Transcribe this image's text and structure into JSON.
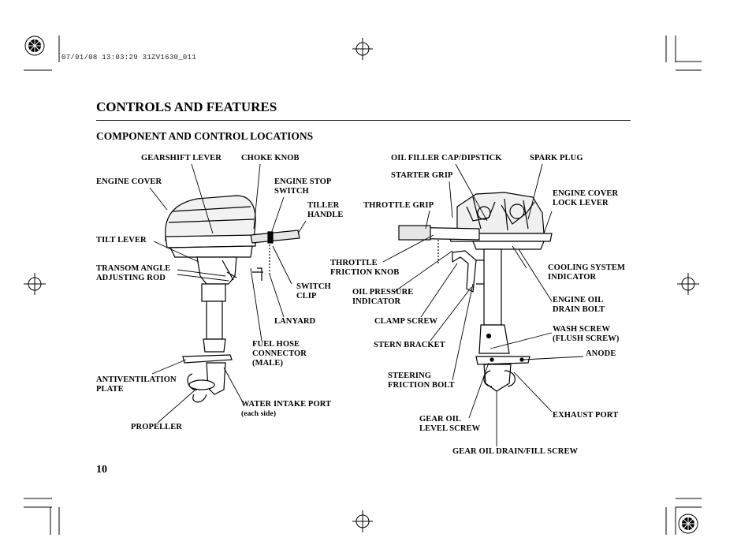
{
  "print_stamp": "07/01/08 13:03:29 31ZV1630_011",
  "title": "CONTROLS AND FEATURES",
  "subtitle": "COMPONENT AND CONTROL LOCATIONS",
  "page_number": "10",
  "labels": {
    "gearshift_lever": "GEARSHIFT LEVER",
    "choke_knob": "CHOKE KNOB",
    "engine_cover": "ENGINE COVER",
    "engine_stop_switch_1": "ENGINE STOP",
    "engine_stop_switch_2": "SWITCH",
    "tiller_handle_1": "TILLER",
    "tiller_handle_2": "HANDLE",
    "tilt_lever": "TILT LEVER",
    "transom_1": "TRANSOM ANGLE",
    "transom_2": "ADJUSTING ROD",
    "switch_clip_1": "SWITCH",
    "switch_clip_2": "CLIP",
    "lanyard": "LANYARD",
    "fuel_hose_1": "FUEL HOSE",
    "fuel_hose_2": "CONNECTOR",
    "fuel_hose_3": "(MALE)",
    "antivent_1": "ANTIVENTILATION",
    "antivent_2": "PLATE",
    "water_intake_1": "WATER INTAKE PORT",
    "water_intake_2": "(each side)",
    "propeller": "PROPELLER",
    "oil_filler": "OIL FILLER CAP/DIPSTICK",
    "spark_plug": "SPARK PLUG",
    "starter_grip": "STARTER GRIP",
    "engine_cover_lock_1": "ENGINE COVER",
    "engine_cover_lock_2": "LOCK LEVER",
    "throttle_grip": "THROTTLE GRIP",
    "throttle_friction_1": "THROTTLE",
    "throttle_friction_2": "FRICTION KNOB",
    "cooling_1": "COOLING SYSTEM",
    "cooling_2": "INDICATOR",
    "oil_pressure_1": "OIL PRESSURE",
    "oil_pressure_2": "INDICATOR",
    "engine_oil_drain_1": "ENGINE OIL",
    "engine_oil_drain_2": "DRAIN BOLT",
    "clamp_screw": "CLAMP SCREW",
    "wash_screw_1": "WASH SCREW",
    "wash_screw_2": "(FLUSH SCREW)",
    "stern_bracket": "STERN BRACKET",
    "anode": "ANODE",
    "steering_friction_1": "STEERING",
    "steering_friction_2": "FRICTION BOLT",
    "exhaust_port": "EXHAUST PORT",
    "gear_oil_level_1": "GEAR OIL",
    "gear_oil_level_2": "LEVEL SCREW",
    "gear_oil_drain": "GEAR OIL DRAIN/FILL SCREW"
  }
}
